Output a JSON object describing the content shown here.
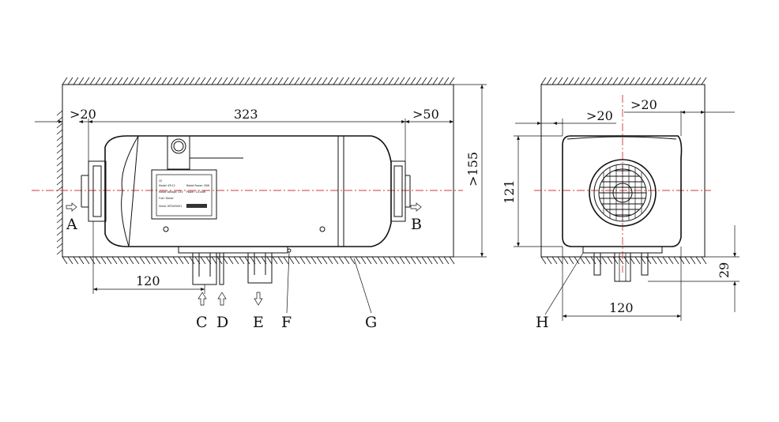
{
  "dimensions": {
    "left_clearance": ">20",
    "length": "323",
    "right_clearance": ">50",
    "height_clearance": ">155",
    "bottom_offset": "120",
    "side_clearance_left": ">20",
    "side_clearance_right": ">20",
    "body_height": "121",
    "body_width": "120",
    "leg_height": "29"
  },
  "labels": {
    "A": "A",
    "B": "B",
    "C": "C",
    "D": "D",
    "E": "E",
    "F": "F",
    "G": "G",
    "H": "H"
  },
  "nameplate": {
    "mark": "CE",
    "lines": [
      "Model: KP-12",
      "Rated Power: 2KW",
      "Rated Voltage: 12V",
      "Power: 10-40W",
      "Fuel: Diesel",
      "Serial: KP2000001"
    ]
  }
}
